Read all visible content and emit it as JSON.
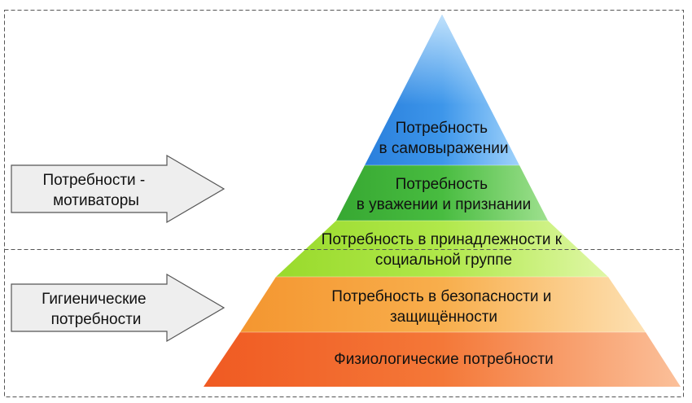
{
  "diagram": {
    "type": "pyramid",
    "tiers": [
      {
        "id": "self-actualization",
        "lines": [
          "Потребность",
          "в самовыражении"
        ]
      },
      {
        "id": "esteem",
        "lines": [
          "Потребность",
          "в уважении и признании"
        ]
      },
      {
        "id": "belonging",
        "lines": [
          "Потребность в принадлежности к",
          "социальной группе"
        ]
      },
      {
        "id": "safety",
        "lines": [
          "Потребность в безопасности и",
          "защищённости"
        ]
      },
      {
        "id": "physiological",
        "lines": [
          "Физиологические потребности"
        ]
      }
    ],
    "groups": [
      {
        "id": "motivators",
        "lines": [
          "Потребности -",
          "мотиваторы"
        ]
      },
      {
        "id": "hygiene",
        "lines": [
          "Гигиенические",
          "потребности"
        ]
      }
    ],
    "colors": {
      "self-actualization": "#2f8ee6",
      "esteem": "#44b83c",
      "belonging": "#a6e23a",
      "safety": "#f7a23a",
      "physiological": "#f26a2a",
      "arrow_fill": "#eeeeee",
      "arrow_stroke": "#555555",
      "frame": "#555555"
    }
  }
}
